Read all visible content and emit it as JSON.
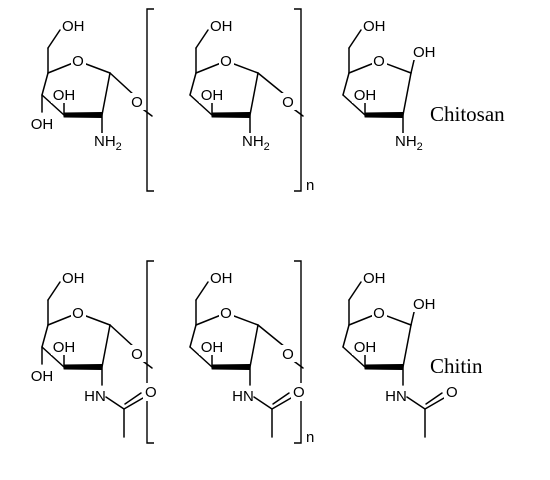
{
  "labels": {
    "chitosan": "Chitosan",
    "chitin": "Chitin"
  },
  "atoms": {
    "oh": "OH",
    "ring_oxygen": "O",
    "glycosidic_oxygen": "O",
    "nh2_main": "NH",
    "nh2_subscript": "2",
    "nh": "HN",
    "carbonyl_oxygen": "O",
    "repeat_n": "n"
  }
}
